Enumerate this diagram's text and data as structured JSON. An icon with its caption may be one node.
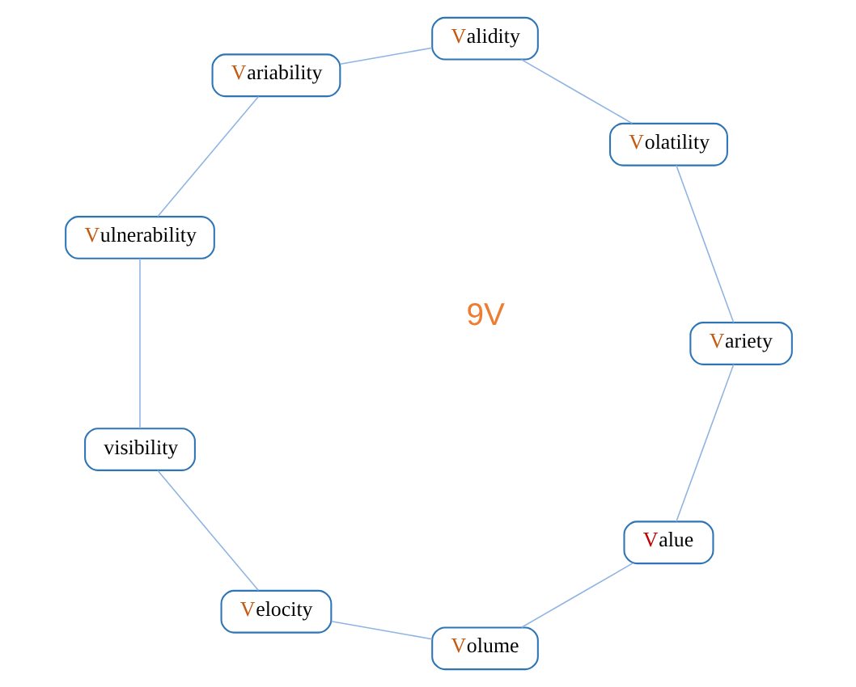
{
  "diagram": {
    "nodes": [
      {
        "text": [
          "Value"
        ]
      },
      {
        "text": [
          "Volume"
        ]
      },
      {
        "text": [
          "Velocity"
        ]
      },
      {
        "text": [
          "visibility"
        ]
      },
      {
        "text": [
          "Vulnerability"
        ]
      },
      {
        "text": [
          "Variability"
        ]
      },
      {
        "text": [
          "Validity"
        ]
      },
      {
        "text": [
          "Volatility"
        ]
      },
      {
        "text": [
          "Variety"
        ]
      }
    ],
    "edges": [
      {
        "from": 0,
        "to": 1,
        "arrow": "none"
      },
      {
        "from": 1,
        "to": 2,
        "arrow": "none"
      },
      {
        "from": 2,
        "to": 3,
        "arrow": "none"
      },
      {
        "from": 3,
        "to": 4,
        "arrow": "none"
      },
      {
        "from": 4,
        "to": 5,
        "arrow": "none"
      },
      {
        "from": 5,
        "to": 6,
        "arrow": "none"
      },
      {
        "from": 6,
        "to": 7,
        "arrow": "none"
      },
      {
        "from": 7,
        "to": 8,
        "arrow": "none"
      },
      {
        "from": 8,
        "to": 0,
        "arrow": "none"
      }
    ],
    "labels": [
      "9V"
    ]
  }
}
